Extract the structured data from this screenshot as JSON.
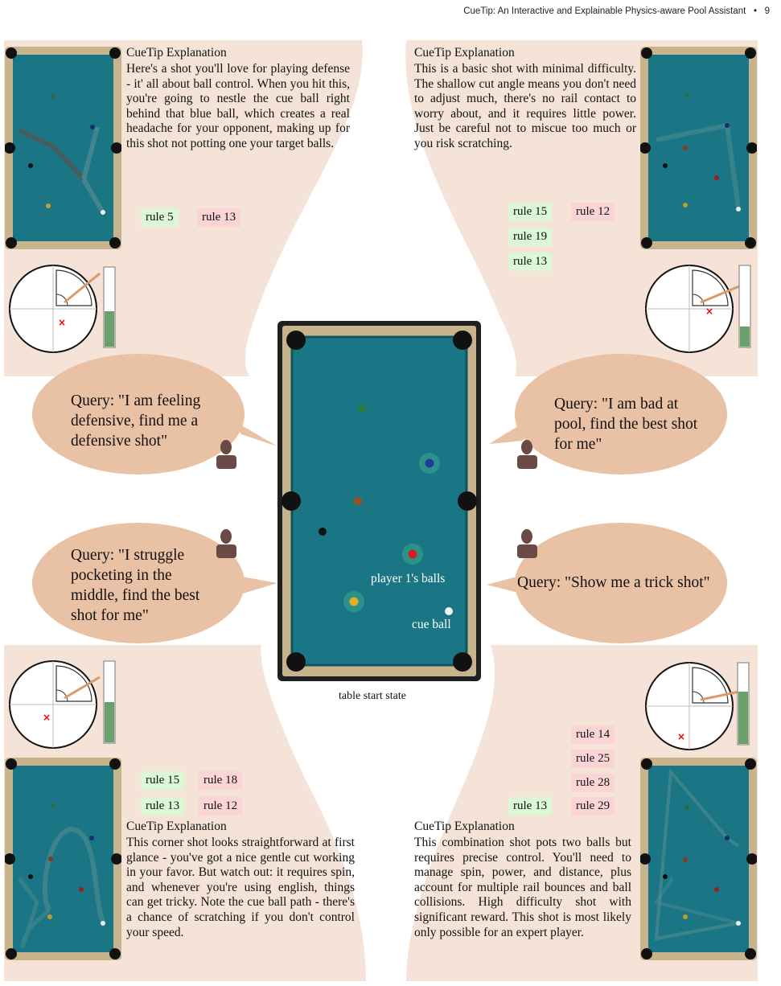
{
  "header": {
    "running_title": "CueTip: An Interactive and Explainable Physics-aware Pool Assistant",
    "separator": "•",
    "page_number": "9"
  },
  "colors": {
    "panel_background": "#f5e3d7",
    "query_bubble": "#e9c1a4",
    "felt": "#1a7684",
    "rail_wood": "#c8b48c",
    "rule_good": "#dbf7d3",
    "rule_bad": "#fbd5d5",
    "person_icon": "#6b4a46"
  },
  "center_table": {
    "caption": "table start state",
    "player_balls_label": "player 1's balls",
    "cue_ball_label": "cue ball"
  },
  "panels": {
    "top_left": {
      "title": "CueTip Explanation",
      "body": "Here's a shot you'll love for playing defense - it' all about ball control. When you hit this, you're going to nestle the cue ball right behind that blue ball, which creates a real headache for your opponent, making up for this shot not potting one your target balls.",
      "rules_good": [
        "rule 5"
      ],
      "rules_bad": [
        "rule 13"
      ],
      "query": "Query: \"I am feeling defensive, find me a defensive shot\"",
      "power": 0.55
    },
    "top_right": {
      "title": "CueTip Explanation",
      "body": "This is a basic shot with minimal difficulty. The shallow cut angle means you don't need to adjust much, there's no rail contact to worry about, and it requires little power. Just be careful not to miscue too much or you risk scratching.",
      "rules_good": [
        "rule 15",
        "rule 19",
        "rule 13"
      ],
      "rules_bad": [
        "rule 12"
      ],
      "query": "Query: \"I am bad at pool, find the best shot for me\"",
      "power": 0.25
    },
    "bottom_left": {
      "title": "CueTip Explanation",
      "body": "This corner shot looks straightforward at first glance - you've got a nice gentle cut working in your favor. But watch out: it requires spin, and whenever you're using english, things can get tricky. Note the cue ball path - there's a chance of scratching if you don't control your speed.",
      "rules_good": [
        "rule 15",
        "rule 13"
      ],
      "rules_bad": [
        "rule 18",
        "rule 12"
      ],
      "query": "Query: \"I struggle pocketing in the middle, find the best shot for me\"",
      "power": 0.5
    },
    "bottom_right": {
      "title": "CueTip Explanation",
      "body": "This combination shot pots two balls but requires precise control. You'll need to manage spin, power, and distance, plus account for multiple rail bounces and ball collisions. High difficulty shot with significant reward. This shot is most likely only possible for an expert player.",
      "rules_good": [
        "rule 13"
      ],
      "rules_bad": [
        "rule 14",
        "rule 25",
        "rule 28",
        "rule 29"
      ],
      "query": "Query: \"Show me a trick shot\"",
      "power": 0.7
    }
  }
}
